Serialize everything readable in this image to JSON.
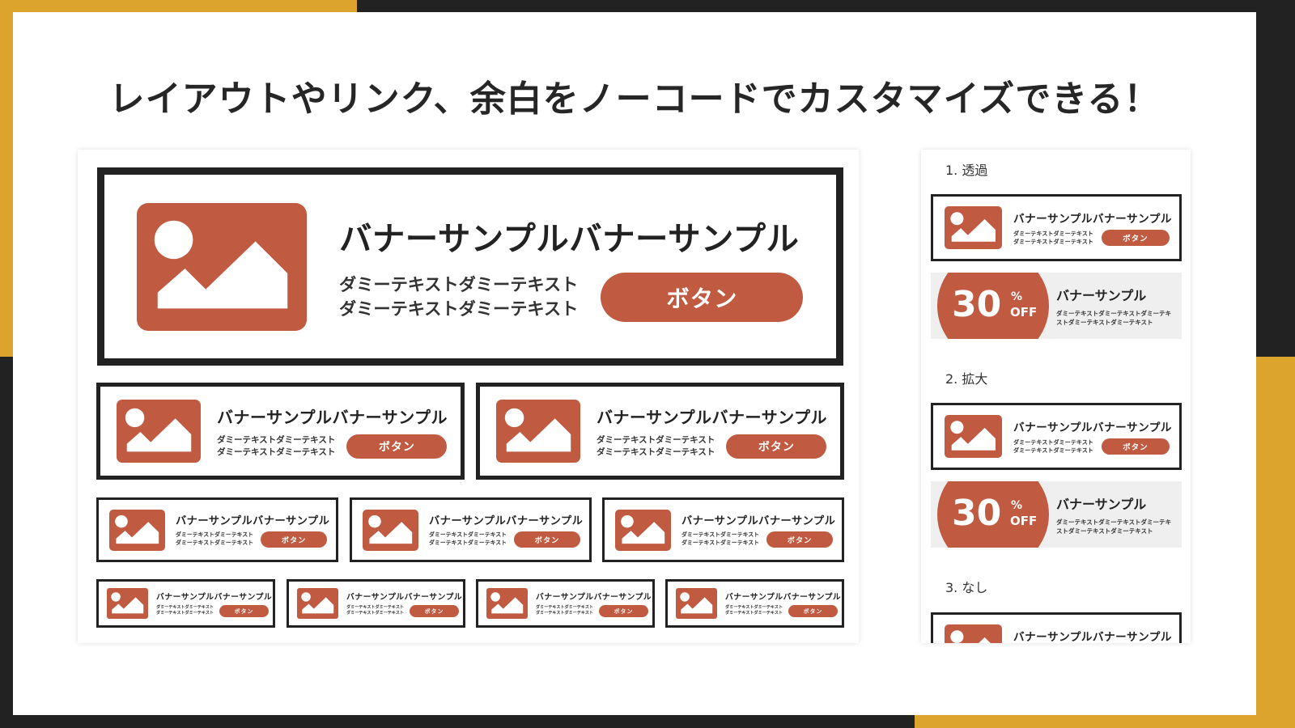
{
  "colors": {
    "gold": "#dca42c",
    "dark": "#222222",
    "accent": "#c05a41",
    "offBg": "#efefef"
  },
  "title": "レイアウトやリンク、余白をノーコードでカスタマイズできる！",
  "banner": {
    "title": "バナーサンプルバナーサンプル",
    "text_line1": "ダミーテキストダミーテキスト",
    "text_line2": "ダミーテキストダミーテキスト",
    "button": "ボタン",
    "image_icon": "image-placeholder-icon"
  },
  "left_panel": {
    "rows": [
      {
        "columns": 1
      },
      {
        "columns": 2
      },
      {
        "columns": 3
      },
      {
        "columns": 4
      }
    ]
  },
  "right_panel": {
    "sections": [
      {
        "label": "1. 透過"
      },
      {
        "label": "2. 拡大"
      },
      {
        "label": "3. なし"
      }
    ],
    "off_banner": {
      "number": "30",
      "percent": "%",
      "off": "OFF",
      "title": "バナーサンプル",
      "text": "ダミーテキストダミーテキストダミーテキストダミーテキストダミーテキスト"
    }
  }
}
